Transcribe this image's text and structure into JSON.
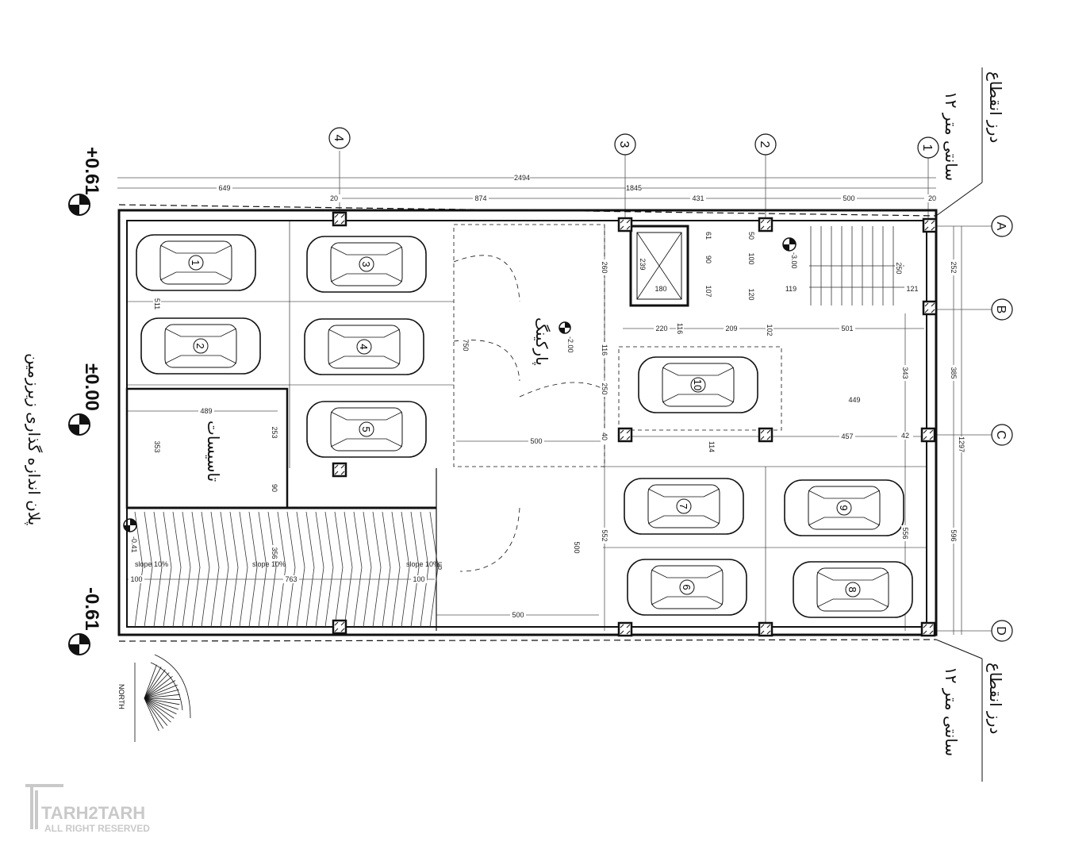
{
  "title": "پلان اندازه گذاری زیرزمین",
  "expansion_joint_label": "درز انقطاع",
  "expansion_joint_size": "۱۲ سانتی متر",
  "rooms": {
    "parking": "پارکینگ",
    "utilities": "تاسیسات"
  },
  "levels": {
    "top": "+0.61",
    "middle": "±0.00",
    "bottom": "-0.61",
    "ramp": "-0.41",
    "parking": "-2.00",
    "stair": "-3.00"
  },
  "grid_axes": {
    "columns": [
      "1",
      "2",
      "3",
      "4"
    ],
    "rows": [
      "A",
      "B",
      "C",
      "D"
    ]
  },
  "cars": [
    "1",
    "2",
    "3",
    "4",
    "5",
    "6",
    "7",
    "8",
    "9",
    "10"
  ],
  "ramp": {
    "slope_label": "slope 10%",
    "up_label": "up"
  },
  "north_label": "NORTH",
  "watermark": {
    "brand": "TARH2TARH",
    "tagline": "ALL RIGHT RESERVED"
  },
  "dims": [
    "2494",
    "649",
    "1845",
    "20",
    "874",
    "431",
    "500",
    "20",
    "252",
    "385",
    "1297",
    "596",
    "250",
    "121",
    "343",
    "42",
    "556",
    "501",
    "457",
    "449",
    "114",
    "220",
    "209",
    "116",
    "102",
    "180",
    "239",
    "61",
    "90",
    "107",
    "50",
    "100",
    "120",
    "119",
    "260",
    "116",
    "250",
    "40",
    "750",
    "500",
    "489",
    "253",
    "353",
    "90",
    "511",
    "552",
    "500",
    "500",
    "356",
    "100",
    "763",
    "100"
  ]
}
